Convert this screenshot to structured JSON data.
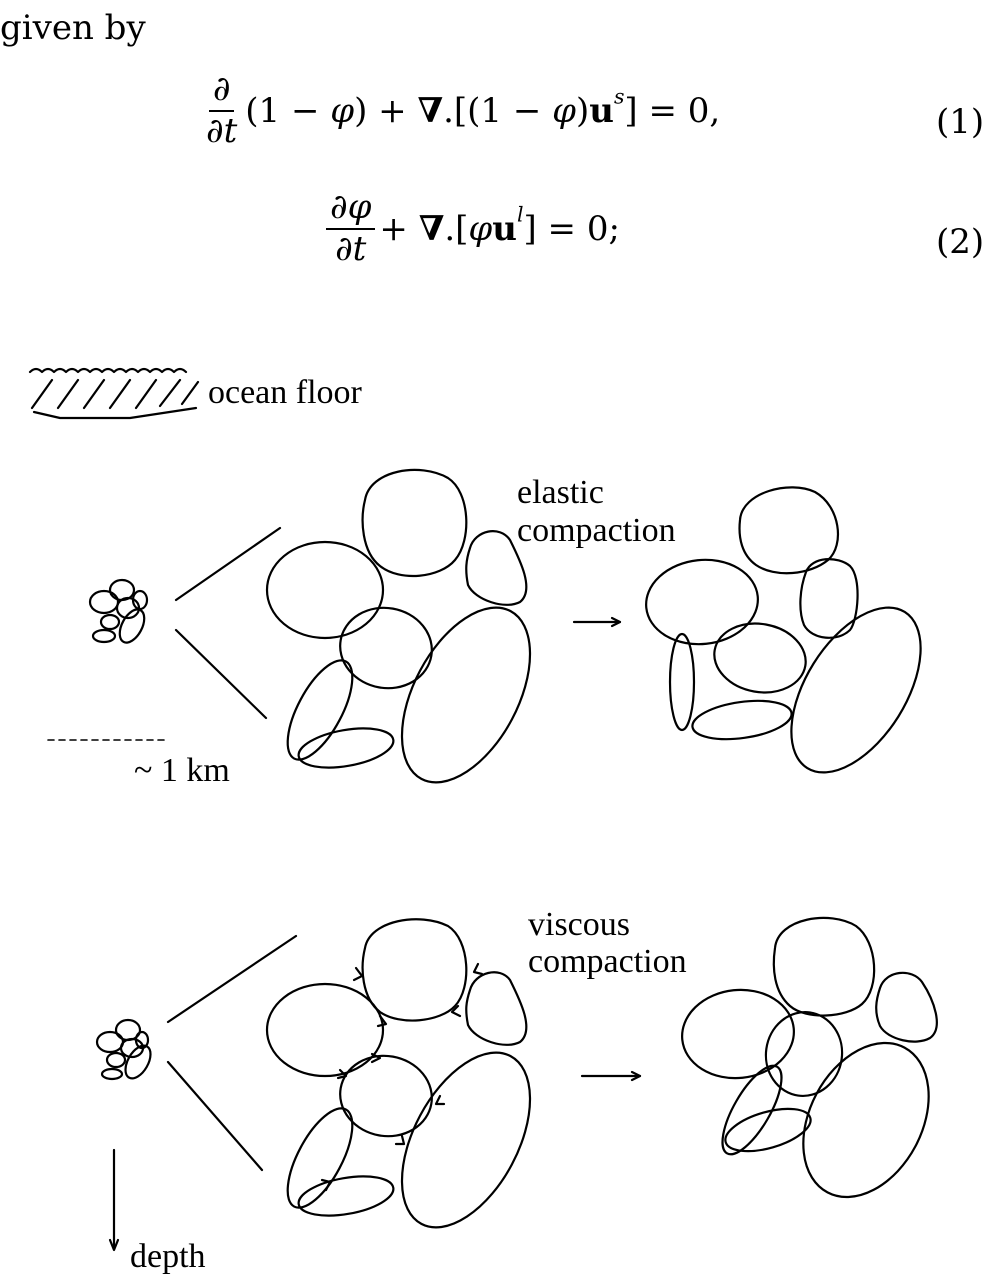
{
  "intro_text": "given by",
  "equations": [
    {
      "number": "(1)"
    },
    {
      "number": "(2)"
    }
  ],
  "figure": {
    "ocean_floor_label": "ocean floor",
    "scale_label": "~ 1 km",
    "elastic_label_line1": "elastic",
    "elastic_label_line2": "compaction",
    "viscous_label_line1": "viscous",
    "viscous_label_line2": "compaction",
    "depth_label": "depth"
  }
}
